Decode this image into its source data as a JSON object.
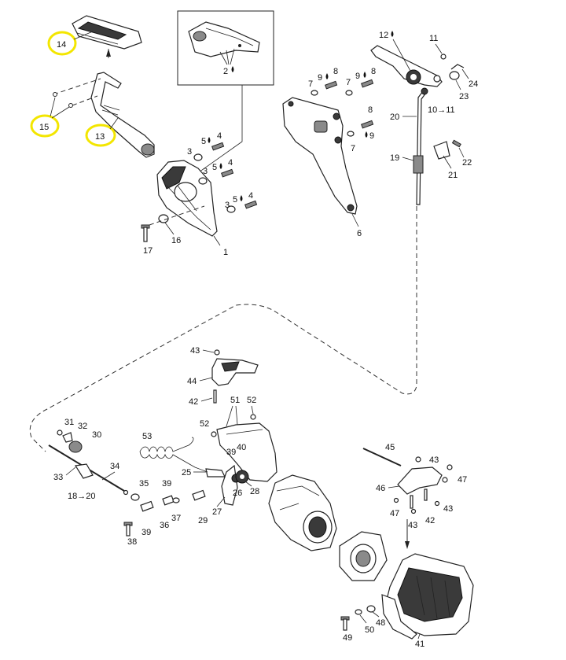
{
  "diagram": {
    "callouts": {
      "c1": "1",
      "c2": "2",
      "c3a": "3",
      "c3b": "3",
      "c3c": "3",
      "c4a": "4",
      "c4b": "4",
      "c4c": "4",
      "c5a": "5",
      "c5b": "5",
      "c5c": "5",
      "c6": "6",
      "c7a": "7",
      "c7b": "7",
      "c7c": "7",
      "c8a": "8",
      "c8b": "8",
      "c8c": "8",
      "c9a": "9",
      "c9b": "9",
      "c9c": "9",
      "c10": "10→11",
      "c11": "11",
      "c12": "12",
      "c13": "13",
      "c14": "14",
      "c15": "15",
      "c16": "16",
      "c17": "17",
      "c18": "18→20",
      "c19": "19",
      "c20": "20",
      "c21": "21",
      "c22": "22",
      "c23": "23",
      "c24": "24",
      "c25": "25",
      "c26": "26",
      "c27": "27",
      "c28": "28",
      "c29": "29",
      "c30": "30",
      "c31": "31",
      "c32": "32",
      "c33": "33",
      "c34": "34",
      "c35": "35",
      "c36": "36",
      "c37": "37",
      "c38": "38",
      "c39a": "39",
      "c39b": "39",
      "c39c": "39",
      "c40": "40",
      "c41": "41",
      "c42a": "42",
      "c42b": "42",
      "c43a": "43",
      "c43b": "43",
      "c43c": "43",
      "c43d": "43",
      "c44": "44",
      "c45": "45",
      "c46": "46",
      "c47a": "47",
      "c47b": "47",
      "c48": "48",
      "c49": "49",
      "c50": "50",
      "c51": "51",
      "c52a": "52",
      "c52b": "52",
      "c53": "53"
    },
    "highlight_color": "#f3e600",
    "line_color": "#222222",
    "icons": {
      "lubricant": "oil-drop-icon",
      "arrow": "arrow-right-icon"
    }
  }
}
